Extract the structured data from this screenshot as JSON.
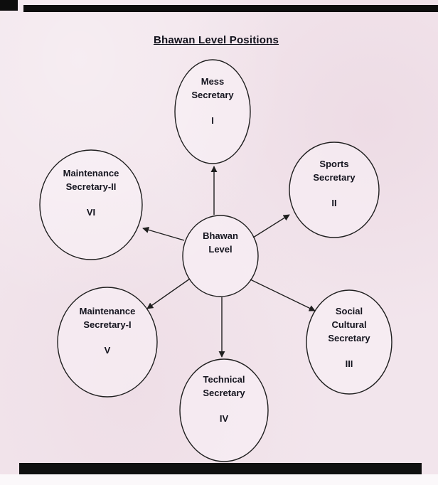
{
  "title": "Bhawan Level Positions",
  "center": {
    "lines": [
      "Bhawan",
      "Level"
    ]
  },
  "nodes": {
    "mess": {
      "lines": [
        "Mess",
        "Secretary"
      ],
      "numeral": "I"
    },
    "sports": {
      "lines": [
        "Sports",
        "Secretary"
      ],
      "numeral": "II"
    },
    "social": {
      "lines": [
        "Social",
        "Cultural",
        "Secretary"
      ],
      "numeral": "III"
    },
    "technical": {
      "lines": [
        "Technical",
        "Secretary"
      ],
      "numeral": "IV"
    },
    "maintenance_i": {
      "lines": [
        "Maintenance",
        "Secretary-I"
      ],
      "numeral": "V"
    },
    "maintenance_ii": {
      "lines": [
        "Maintenance",
        "Secretary-II"
      ],
      "numeral": "VI"
    }
  },
  "colors": {
    "page_background": "#f2e5ec",
    "ink": "#1f1f1f",
    "text": "#14141e",
    "scan_edge": "#0d0d0d"
  }
}
